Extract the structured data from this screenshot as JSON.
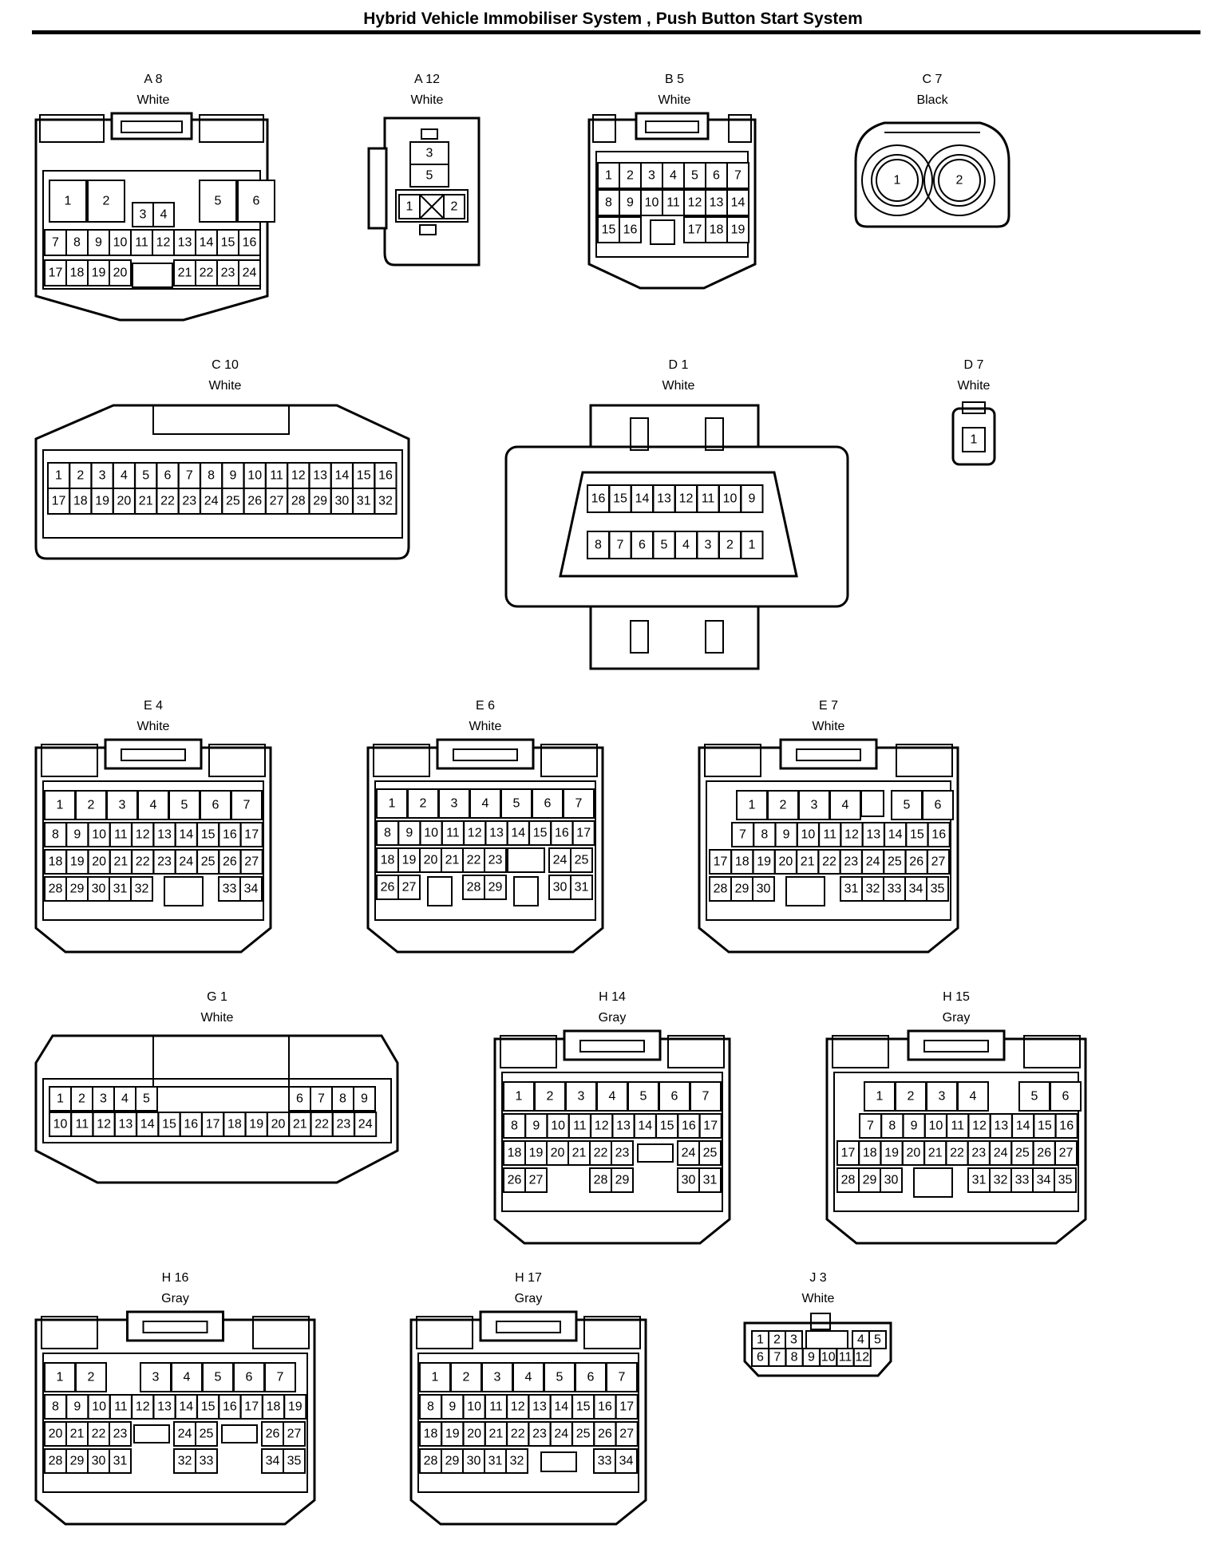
{
  "page": {
    "title": "Hybrid Vehicle Immobiliser System , Push Button Start System"
  },
  "connectors": [
    {
      "id": "A 8",
      "color": "White",
      "rows": [
        [
          "1",
          "2",
          "5",
          "6"
        ],
        [
          "3",
          "4"
        ],
        [
          "7",
          "8",
          "9",
          "10",
          "11",
          "12",
          "13",
          "14",
          "15",
          "16"
        ],
        [
          "17",
          "18",
          "19",
          "20",
          "21",
          "22",
          "23",
          "24"
        ]
      ]
    },
    {
      "id": "A 12",
      "color": "White",
      "rows": [
        [
          "3"
        ],
        [
          "5"
        ],
        [
          "1",
          "2"
        ]
      ]
    },
    {
      "id": "B 5",
      "color": "White",
      "rows": [
        [
          "1",
          "2",
          "3",
          "4",
          "5",
          "6",
          "7"
        ],
        [
          "8",
          "9",
          "10",
          "11",
          "12",
          "13",
          "14"
        ],
        [
          "15",
          "16",
          "17",
          "18",
          "19"
        ]
      ]
    },
    {
      "id": "C 7",
      "color": "Black",
      "rows": [
        [
          "1",
          "2"
        ]
      ]
    },
    {
      "id": "C 10",
      "color": "White",
      "rows": [
        [
          "1",
          "2",
          "3",
          "4",
          "5",
          "6",
          "7",
          "8",
          "9",
          "10",
          "11",
          "12",
          "13",
          "14",
          "15",
          "16"
        ],
        [
          "17",
          "18",
          "19",
          "20",
          "21",
          "22",
          "23",
          "24",
          "25",
          "26",
          "27",
          "28",
          "29",
          "30",
          "31",
          "32"
        ]
      ]
    },
    {
      "id": "D 1",
      "color": "White",
      "rows": [
        [
          "16",
          "15",
          "14",
          "13",
          "12",
          "11",
          "10",
          "9"
        ],
        [
          "8",
          "7",
          "6",
          "5",
          "4",
          "3",
          "2",
          "1"
        ]
      ]
    },
    {
      "id": "D 7",
      "color": "White",
      "rows": [
        [
          "1"
        ]
      ]
    },
    {
      "id": "E 4",
      "color": "White",
      "rows": [
        [
          "1",
          "2",
          "3",
          "4",
          "5",
          "6",
          "7"
        ],
        [
          "8",
          "9",
          "10",
          "11",
          "12",
          "13",
          "14",
          "15",
          "16",
          "17"
        ],
        [
          "18",
          "19",
          "20",
          "21",
          "22",
          "23",
          "24",
          "25",
          "26",
          "27"
        ],
        [
          "28",
          "29",
          "30",
          "31",
          "32",
          "33",
          "34"
        ]
      ]
    },
    {
      "id": "E 6",
      "color": "White",
      "rows": [
        [
          "1",
          "2",
          "3",
          "4",
          "5",
          "6",
          "7"
        ],
        [
          "8",
          "9",
          "10",
          "11",
          "12",
          "13",
          "14",
          "15",
          "16",
          "17"
        ],
        [
          "18",
          "19",
          "20",
          "21",
          "22",
          "23",
          "24",
          "25"
        ],
        [
          "26",
          "27",
          "28",
          "29",
          "30",
          "31"
        ]
      ]
    },
    {
      "id": "E 7",
      "color": "White",
      "rows": [
        [
          "1",
          "2",
          "3",
          "4",
          "5",
          "6"
        ],
        [
          "7",
          "8",
          "9",
          "10",
          "11",
          "12",
          "13",
          "14",
          "15",
          "16"
        ],
        [
          "17",
          "18",
          "19",
          "20",
          "21",
          "22",
          "23",
          "24",
          "25",
          "26",
          "27"
        ],
        [
          "28",
          "29",
          "30",
          "31",
          "32",
          "33",
          "34",
          "35"
        ]
      ]
    },
    {
      "id": "G 1",
      "color": "White",
      "rows": [
        [
          "1",
          "2",
          "3",
          "4",
          "5",
          "6",
          "7",
          "8",
          "9"
        ],
        [
          "10",
          "11",
          "12",
          "13",
          "14",
          "15",
          "16",
          "17",
          "18",
          "19",
          "20",
          "21",
          "22",
          "23",
          "24"
        ]
      ]
    },
    {
      "id": "H 14",
      "color": "Gray",
      "rows": [
        [
          "1",
          "2",
          "3",
          "4",
          "5",
          "6",
          "7"
        ],
        [
          "8",
          "9",
          "10",
          "11",
          "12",
          "13",
          "14",
          "15",
          "16",
          "17"
        ],
        [
          "18",
          "19",
          "20",
          "21",
          "22",
          "23",
          "24",
          "25"
        ],
        [
          "26",
          "27",
          "28",
          "29",
          "30",
          "31"
        ]
      ]
    },
    {
      "id": "H 15",
      "color": "Gray",
      "rows": [
        [
          "1",
          "2",
          "3",
          "4",
          "5",
          "6"
        ],
        [
          "7",
          "8",
          "9",
          "10",
          "11",
          "12",
          "13",
          "14",
          "15",
          "16"
        ],
        [
          "17",
          "18",
          "19",
          "20",
          "21",
          "22",
          "23",
          "24",
          "25",
          "26",
          "27"
        ],
        [
          "28",
          "29",
          "30",
          "31",
          "32",
          "33",
          "34",
          "35"
        ]
      ]
    },
    {
      "id": "H 16",
      "color": "Gray",
      "rows": [
        [
          "1",
          "2",
          "3",
          "4",
          "5",
          "6",
          "7"
        ],
        [
          "8",
          "9",
          "10",
          "11",
          "12",
          "13",
          "14",
          "15",
          "16",
          "17",
          "18",
          "19"
        ],
        [
          "20",
          "21",
          "22",
          "23",
          "24",
          "25",
          "26",
          "27"
        ],
        [
          "28",
          "29",
          "30",
          "31",
          "32",
          "33",
          "34",
          "35"
        ]
      ]
    },
    {
      "id": "H 17",
      "color": "Gray",
      "rows": [
        [
          "1",
          "2",
          "3",
          "4",
          "5",
          "6",
          "7"
        ],
        [
          "8",
          "9",
          "10",
          "11",
          "12",
          "13",
          "14",
          "15",
          "16",
          "17"
        ],
        [
          "18",
          "19",
          "20",
          "21",
          "22",
          "23",
          "24",
          "25",
          "26",
          "27"
        ],
        [
          "28",
          "29",
          "30",
          "31",
          "32",
          "33",
          "34"
        ]
      ]
    },
    {
      "id": "J 3",
      "color": "White",
      "rows": [
        [
          "1",
          "2",
          "3",
          "4",
          "5"
        ],
        [
          "6",
          "7",
          "8",
          "9",
          "10",
          "11",
          "12"
        ]
      ]
    }
  ]
}
